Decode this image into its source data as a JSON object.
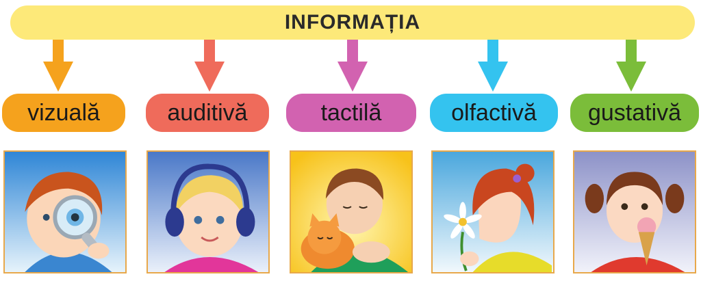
{
  "banner": {
    "title": "INFORMAȚIA"
  },
  "senses": [
    {
      "label": "vizuală",
      "color": "#f5a21d",
      "illustration": "child-with-magnifying-glass"
    },
    {
      "label": "auditivă",
      "color": "#ef6b5b",
      "illustration": "child-with-headphones"
    },
    {
      "label": "tactilă",
      "color": "#d262b0",
      "illustration": "child-petting-cat"
    },
    {
      "label": "olfactivă",
      "color": "#34c3ef",
      "illustration": "child-smelling-flower"
    },
    {
      "label": "gustativă",
      "color": "#7bbd3a",
      "illustration": "child-eating-ice-cream"
    }
  ],
  "colors": {
    "banner": "#fde979",
    "card_border": "#e8a84a"
  }
}
